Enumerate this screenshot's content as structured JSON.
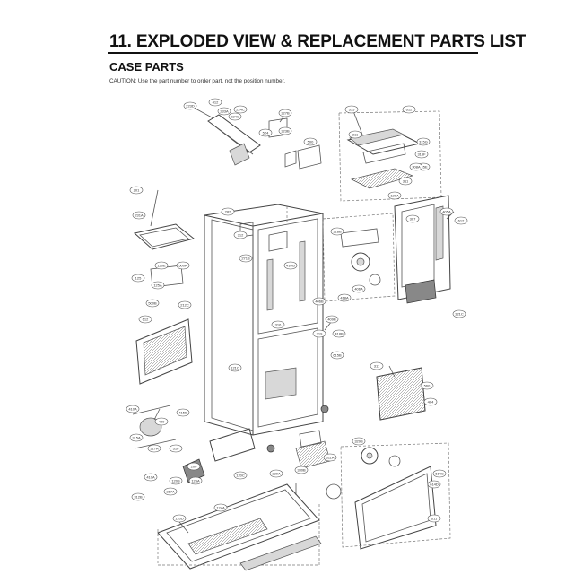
{
  "header": {
    "title": "11. EXPLODED VIEW & REPLACEMENT PARTS LIST",
    "subtitle": "CASE PARTS",
    "caution": "CAUTION: Use the part number to order part, not the position number."
  },
  "callouts": [
    {
      "label": "223D"
    },
    {
      "label": "412"
    },
    {
      "label": "233A"
    },
    {
      "label": "224C"
    },
    {
      "label": "224C"
    },
    {
      "label": "327B"
    },
    {
      "label": "323B"
    },
    {
      "label": "524"
    },
    {
      "label": "500"
    },
    {
      "label": "315"
    },
    {
      "label": "612"
    },
    {
      "label": "311"
    },
    {
      "label": "315G"
    },
    {
      "label": "315F"
    },
    {
      "label": "315E"
    },
    {
      "label": "308A"
    },
    {
      "label": "311"
    },
    {
      "label": "120A"
    },
    {
      "label": "405A"
    },
    {
      "label": "612"
    },
    {
      "label": "307"
    },
    {
      "label": "321C"
    },
    {
      "label": "282"
    },
    {
      "label": "201"
    },
    {
      "label": "231A"
    },
    {
      "label": "312"
    },
    {
      "label": "271B"
    },
    {
      "label": "410G"
    },
    {
      "label": "406B"
    },
    {
      "label": "318B"
    },
    {
      "label": "418A"
    },
    {
      "label": "406A"
    },
    {
      "label": "409B"
    },
    {
      "label": "418B"
    },
    {
      "label": "319"
    },
    {
      "label": "316"
    },
    {
      "label": "615B"
    },
    {
      "label": "121C"
    },
    {
      "label": "125"
    },
    {
      "label": "125A"
    },
    {
      "label": "120E"
    },
    {
      "label": "500A"
    },
    {
      "label": "500B"
    },
    {
      "label": "612"
    },
    {
      "label": "212C"
    },
    {
      "label": "311"
    },
    {
      "label": "560"
    },
    {
      "label": "404"
    },
    {
      "label": "410A"
    },
    {
      "label": "420"
    },
    {
      "label": "315A"
    },
    {
      "label": "317A"
    },
    {
      "label": "316"
    },
    {
      "label": "415B"
    },
    {
      "label": "200"
    },
    {
      "label": "120B"
    },
    {
      "label": "125A"
    },
    {
      "label": "120C"
    },
    {
      "label": "330A"
    },
    {
      "label": "124A"
    },
    {
      "label": "410A"
    },
    {
      "label": "317A"
    },
    {
      "label": "312B"
    },
    {
      "label": "120D"
    },
    {
      "label": "330B"
    },
    {
      "label": "614C"
    },
    {
      "label": "614D"
    },
    {
      "label": "611"
    },
    {
      "label": "329B"
    },
    {
      "label": "311A"
    }
  ]
}
